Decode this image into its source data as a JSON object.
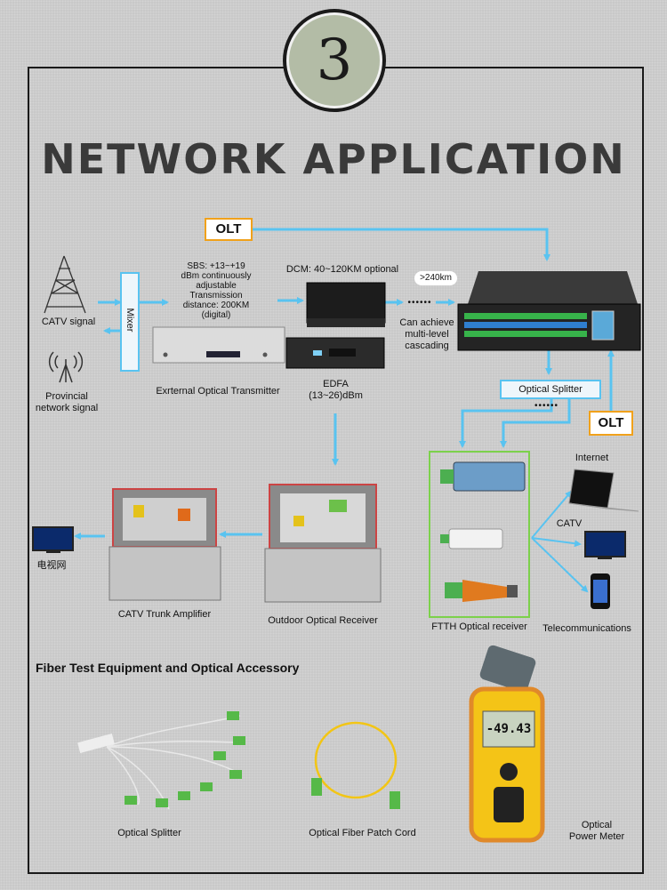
{
  "badge": {
    "number": "3"
  },
  "title": "NETWORK APPLICATION",
  "labels": {
    "olt_top": "OLT",
    "olt_right": "OLT",
    "catv_signal": "CATV signal",
    "provincial": "Provincial\nnetwork signal",
    "mixer": "Mixer",
    "sbs": "SBS: +13~+19\ndBm continuously\nadjustable\nTransmission\ndistance: 200KM\n(digital)",
    "dcm": "DCM: 40~120KM optional",
    "km240": ">240km",
    "dots1": "••••••",
    "cascading": "Can achieve\nmulti-level\ncascading",
    "transmitter": "Exrternal Optical Transmitter",
    "edfa": "EDFA\n(13~26)dBm",
    "optical_splitter_box": "Optical Splitter",
    "dots2": "••••••",
    "internet": "Internet",
    "catv": "CATV",
    "telecom": "Telecommunications",
    "ftth": "FTTH Optical receiver",
    "tv_label": "电视网",
    "trunk_amp": "CATV Trunk Amplifier",
    "outdoor_rx": "Outdoor Optical Receiver",
    "fiber_header": "Fiber Test Equipment and Optical Accessory",
    "splitter_item": "Optical Splitter",
    "patch_cord": "Optical Fiber Patch Cord",
    "power_meter": "Optical\nPower Meter",
    "meter_reading": "-49.43"
  },
  "colors": {
    "arrow": "#59c3f0",
    "olt_border": "#f0a11b",
    "ftth_border": "#7cd14b",
    "title": "#3a3a3a",
    "badge_fill": "#b3bca6"
  }
}
